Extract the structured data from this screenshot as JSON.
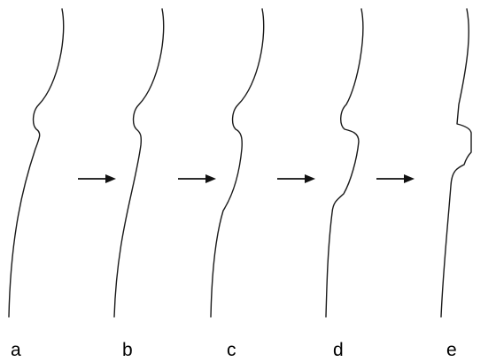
{
  "figure": {
    "panels": [
      {
        "label": "a",
        "stage": 1
      },
      {
        "label": "b",
        "stage": 2
      },
      {
        "label": "c",
        "stage": 3
      },
      {
        "label": "d",
        "stage": 4
      },
      {
        "label": "e",
        "stage": 5
      }
    ],
    "arrow_count": 4,
    "stroke_color": "#1a1a1a",
    "arrow_color": "#111111",
    "label_color": "#000000"
  }
}
